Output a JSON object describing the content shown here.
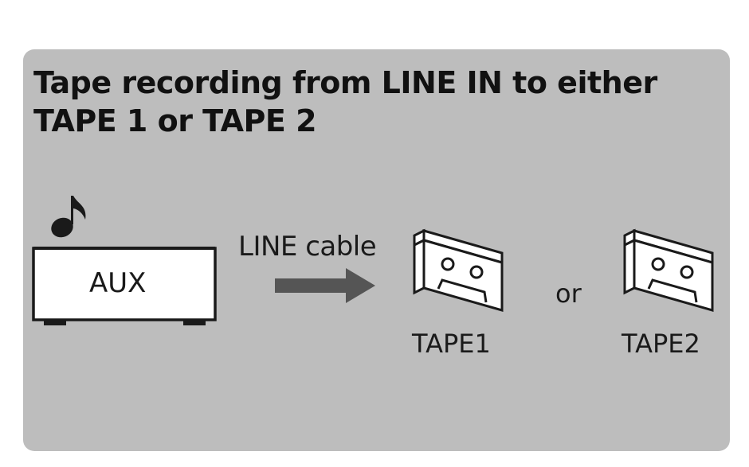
{
  "title": "Tape recording from LINE IN to either\nTAPE 1 or TAPE 2",
  "source": {
    "label": "AUX",
    "icon": "music-note-icon"
  },
  "connection": {
    "label": "LINE cable",
    "icon": "right-arrow-icon"
  },
  "separator": "or",
  "destinations": [
    {
      "label": "TAPE1",
      "icon": "cassette-tape-icon"
    },
    {
      "label": "TAPE2",
      "icon": "cassette-tape-icon"
    }
  ],
  "colors": {
    "panel_background": "#bdbdbd",
    "outline": "#1a1a1a",
    "arrow": "#555555",
    "device_fill": "#ffffff"
  }
}
